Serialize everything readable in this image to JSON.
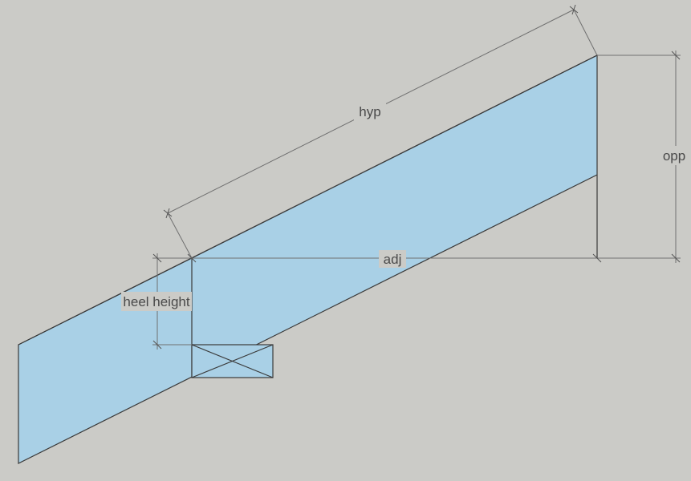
{
  "diagram": {
    "labels": {
      "hyp": "hyp",
      "opp": "opp",
      "adj": "adj",
      "heel_height": "heel height"
    },
    "colors": {
      "background": "#cbcbc7",
      "rafter_fill": "#a9d0e6",
      "edge": "#3a3a3a",
      "dimension": "#707070",
      "label_background": "#cbcbc7"
    }
  }
}
